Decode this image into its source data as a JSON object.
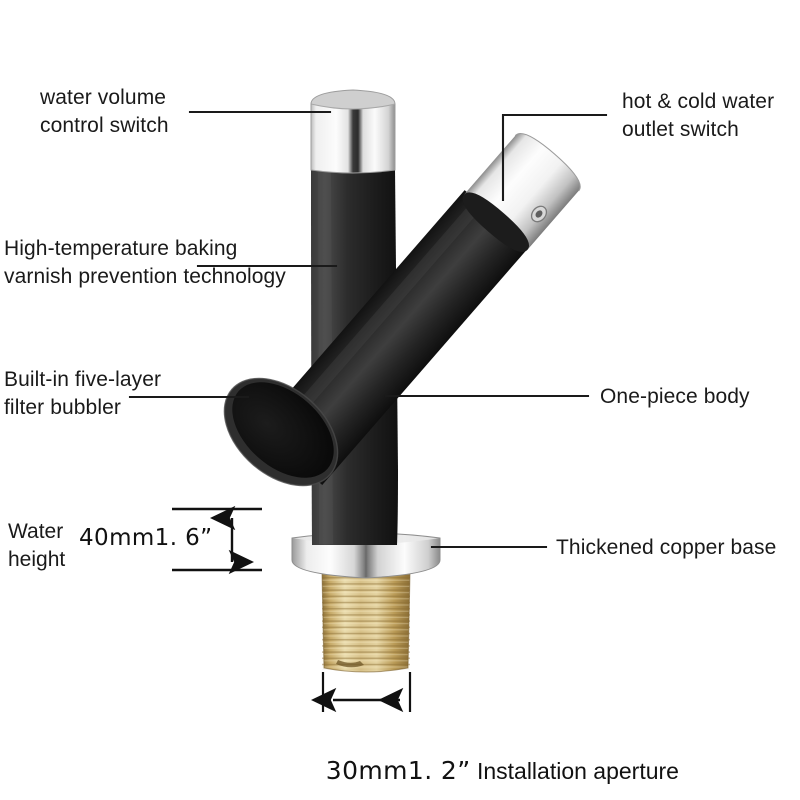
{
  "diagram": {
    "title": "Basin faucet annotated product diagram",
    "background_color": "#ffffff",
    "line_color": "#1a1a1a",
    "text_color": "#1a1a1a"
  },
  "callouts": [
    {
      "id": "water-volume-control-switch",
      "label": "water volume\ncontrol switch",
      "side": "left"
    },
    {
      "id": "hot-cold-water-outlet-switch",
      "label": "hot & cold water\noutlet switch",
      "side": "right"
    },
    {
      "id": "high-temperature-baking-varnish",
      "label": "High-temperature baking\nvarnish prevention technology",
      "side": "left"
    },
    {
      "id": "built-in-five-layer-filter-bubbler",
      "label": "Built-in five-layer\nfilter bubbler",
      "side": "left"
    },
    {
      "id": "one-piece-body",
      "label": "One-piece body",
      "side": "right"
    },
    {
      "id": "thickened-copper-base",
      "label": "Thickened copper base",
      "side": "right"
    }
  ],
  "dimensions": {
    "water_height_label": "Water\nheight",
    "water_height_value": "40mm1. 6”",
    "aperture_value": "30mm1. 2”",
    "aperture_label": "Installation aperture"
  },
  "product_colors": {
    "matte_black": "#2a2a2a",
    "black_dark": "#1b1b1b",
    "chrome_light": "#f5f5f5",
    "chrome_mid": "#c9c9c9",
    "chrome_dark": "#6e6e6e",
    "brass_light": "#e8d9a8",
    "brass_mid": "#c9ab6a",
    "brass_dark": "#9c7f44"
  }
}
